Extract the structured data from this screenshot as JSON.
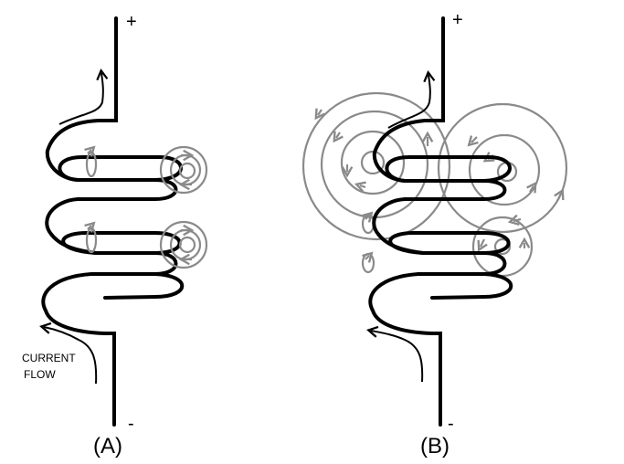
{
  "diagram_a": {
    "caption": "(A)",
    "positive_terminal": "+",
    "negative_terminal": "-",
    "annotation_line1": "CURRENT",
    "annotation_line2": "FLOW"
  },
  "diagram_b": {
    "caption": "(B)",
    "positive_terminal": "+",
    "negative_terminal": "-"
  },
  "colors": {
    "coil": "#000000",
    "field_lines": "#8a8a8a",
    "background": "#ffffff"
  },
  "icons": [
    "current-arrow-icon",
    "field-loop-icon"
  ]
}
